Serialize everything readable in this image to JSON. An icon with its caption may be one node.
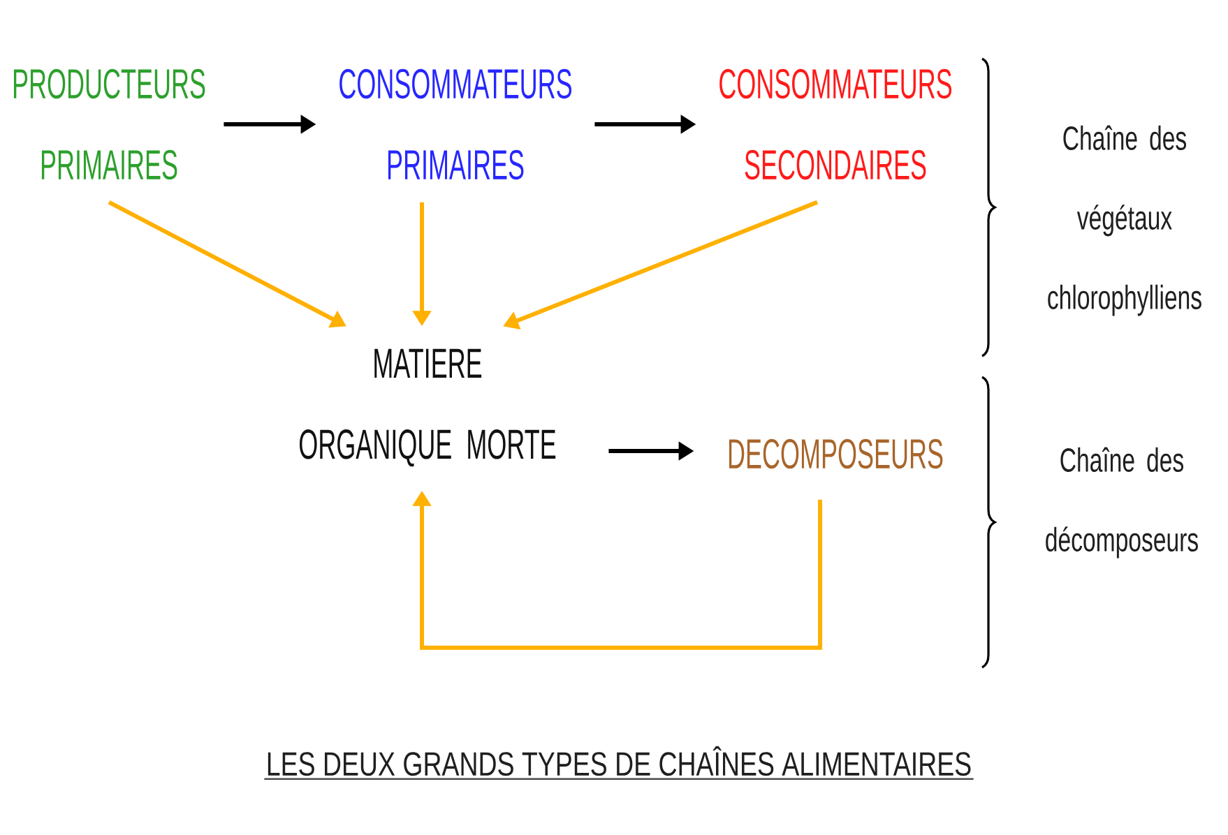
{
  "diagram": {
    "caption": "LES DEUX GRANDS TYPES DE CHAÎNES ALIMENTAIRES",
    "nodes": [
      {
        "text": [
          "PRODUCTEURS PRIMAIRES"
        ]
      },
      {
        "text": [
          "CONSOMMATEURS PRIMAIRES"
        ]
      },
      {
        "text": [
          "CONSOMMATEURS SECONDAIRES"
        ]
      },
      {
        "text": [
          "MATIERE ORGANIQUE MORTE"
        ]
      },
      {
        "text": [
          "DECOMPOSEURS"
        ]
      }
    ],
    "edges": [
      {
        "from": 0,
        "to": 1,
        "arrow": "to",
        "color": "#000000"
      },
      {
        "from": 1,
        "to": 2,
        "arrow": "to",
        "color": "#000000"
      },
      {
        "from": 3,
        "to": 4,
        "arrow": "to",
        "color": "#000000"
      },
      {
        "from": 0,
        "to": 3,
        "arrow": "to"
      },
      {
        "from": 1,
        "to": 3,
        "arrow": "to"
      },
      {
        "from": 2,
        "to": 3,
        "arrow": "to"
      },
      {
        "from": 4,
        "to": 3,
        "arrow": "to"
      }
    ],
    "labels": [
      "Chaîne des végétaux chlorophylliens",
      "Chaîne des décomposeurs"
    ]
  }
}
